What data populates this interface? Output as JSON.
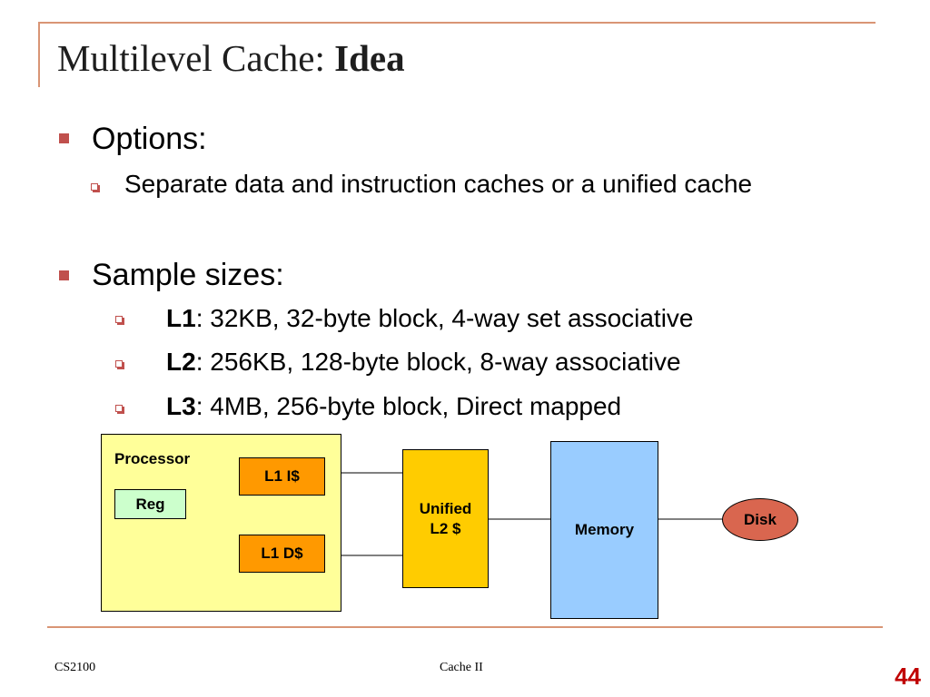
{
  "title": {
    "main": "Multilevel Cache: ",
    "bold": "Idea"
  },
  "bullets": {
    "options": "Options:",
    "options_sub": "Separate data and instruction caches or a unified cache",
    "sample_sizes": "Sample sizes:",
    "l1_key": "L1",
    "l1_desc": ": 32KB, 32-byte block, 4-way set associative",
    "l2_key": "L2",
    "l2_desc": ": 256KB, 128-byte block, 8-way associative",
    "l3_key": "L3",
    "l3_desc": ": 4MB, 256-byte block, Direct mapped"
  },
  "diagram": {
    "processor": "Processor",
    "reg": "Reg",
    "l1i": "L1 I$",
    "l1d": "L1 D$",
    "l2_line1": "Unified",
    "l2_line2": "L2 $",
    "memory": "Memory",
    "disk": "Disk"
  },
  "footer": {
    "left": "CS2100",
    "center": "Cache II",
    "page": "44"
  },
  "colors": {
    "accent": "#c0504d",
    "rule": "#d99575",
    "processor_fill": "#ffff99",
    "reg_fill": "#ccffcc",
    "l1_fill": "#ff9900",
    "l2_fill": "#ffcc00",
    "memory_fill": "#99ccff",
    "disk_fill": "#d9664f",
    "page_number": "#c00000"
  }
}
